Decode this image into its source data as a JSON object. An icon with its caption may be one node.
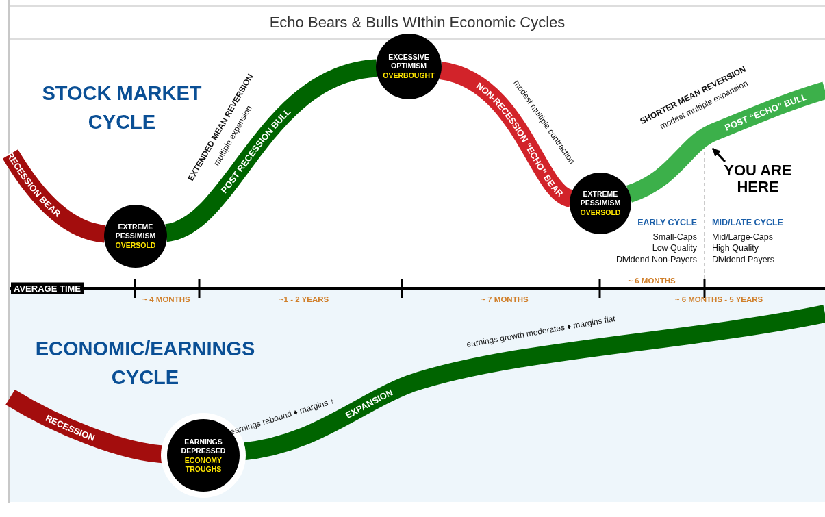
{
  "diagram": {
    "title": "Echo Bears & Bulls WIthin Economic Cycles",
    "nodes": [
      {
        "text": [
          "EXTREME PESSIMISM",
          "OVERSOLD"
        ]
      },
      {
        "text": [
          "EXCESSIVE OPTIMISM",
          "OVERBOUGHT"
        ]
      },
      {
        "text": [
          "EXTREME PESSIMISM",
          "OVERSOLD"
        ]
      },
      {
        "text": [
          "EARNINGS DEPRESSED",
          "ECONOMY TROUGHS"
        ]
      },
      {
        "text": [
          "YOU ARE HERE"
        ]
      }
    ],
    "edges": [
      {
        "from": null,
        "to": 0,
        "arrow": "none",
        "label": "RECESSION BEAR",
        "color": "#a30d0d"
      },
      {
        "from": 0,
        "to": 1,
        "arrow": "none",
        "label": "POST RECESSION BULL",
        "color": "#006400"
      },
      {
        "from": 1,
        "to": 2,
        "arrow": "none",
        "label": "NON-RECESSION “ECHO” BEAR",
        "color": "#d2232a"
      },
      {
        "from": 2,
        "to": null,
        "arrow": "none",
        "label": "POST “ECHO” BULL",
        "color": "#3cb04a"
      },
      {
        "from": null,
        "to": 3,
        "arrow": "none",
        "label": "RECESSION",
        "color": "#a30d0d"
      },
      {
        "from": 3,
        "to": null,
        "arrow": "none",
        "label": "EXPANSION",
        "color": "#006400"
      },
      {
        "from": 4,
        "to": null,
        "arrow": "to",
        "color": "#000000"
      }
    ],
    "labels": [
      "STOCK MARKET CYCLE",
      "EXTENDED MEAN REVERSION",
      "multiple expansion",
      "modest multiple contraction",
      "SHORTER MEAN REVERSION",
      "modest multiple expansion",
      "EARLY CYCLE",
      "MID/LATE CYCLE",
      "Small-Caps",
      "Mid/Large-Caps",
      "Low Quality",
      "High Quality",
      "Dividend Non-Payers",
      "Dividend Payers",
      "~ 6 MONTHS",
      "AVERAGE TIME",
      "~ 4 MONTHS",
      "~1 - 2 YEARS",
      "~ 7 MONTHS",
      "~ 6 MONTHS - 5 YEARS",
      "ECONOMIC/EARNINGS CYCLE",
      "earnings growth moderates ♦ margins flat",
      "earnings rebound ♦ margins ↑"
    ]
  }
}
